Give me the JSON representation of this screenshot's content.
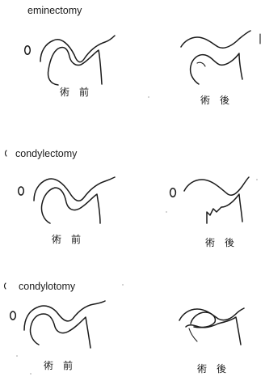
{
  "panels": [
    {
      "label": "eminectomy",
      "before": "術　前",
      "after": "術　後"
    },
    {
      "label": "condylectomy",
      "before": "術　前",
      "after": "術　後"
    },
    {
      "label": "condylotomy",
      "before": "術　前",
      "after": "術　後"
    }
  ]
}
